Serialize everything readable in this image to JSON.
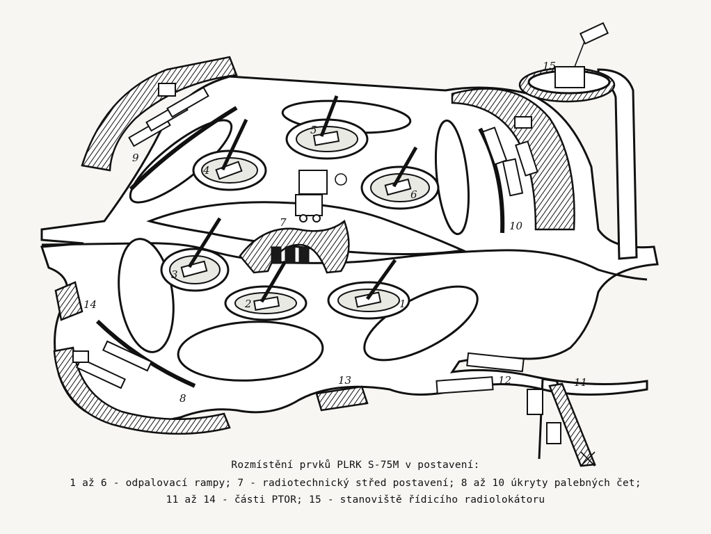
{
  "caption": {
    "title": "Rozmístění prvků PLRK S-75M v postavení:",
    "line1": "1 až 6 - odpalovací rampy; 7 - radiotechnický střed postavení; 8 až 10 úkryty palebných čet;",
    "line2": "11 až 14 - části PTOR; 15 - stanoviště řídicího radiolokátoru"
  },
  "labels": {
    "n1": "1",
    "n2": "2",
    "n3": "3",
    "n4": "4",
    "n5": "5",
    "n6": "6",
    "n7": "7",
    "n8": "8",
    "n9": "9",
    "n10": "10",
    "n11": "11",
    "n12": "12",
    "n13": "13",
    "n14": "14",
    "n15": "15"
  }
}
